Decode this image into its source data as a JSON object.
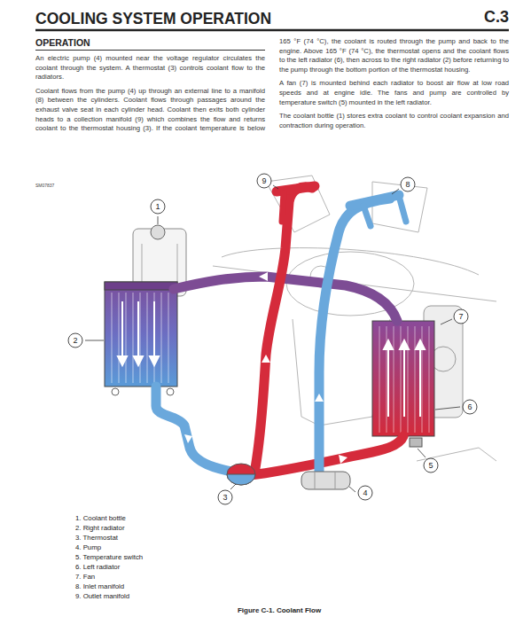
{
  "diagram": {
    "title": "COOLING SYSTEM OPERATION",
    "caption": "Figure C-1. Coolant Flow",
    "nodes": [
      {
        "text": [
          "1"
        ]
      },
      {
        "text": [
          "2"
        ]
      },
      {
        "text": [
          "3"
        ]
      },
      {
        "text": [
          "4"
        ]
      },
      {
        "text": [
          "5"
        ]
      },
      {
        "text": [
          "6"
        ]
      },
      {
        "text": [
          "7"
        ]
      },
      {
        "text": [
          "8"
        ]
      },
      {
        "text": [
          "9"
        ]
      }
    ],
    "labels": [
      "C.3",
      "OPERATION",
      "An electric pump (4) mounted near the voltage regulator circulates the coolant through the system. A thermostat (3) controls coolant flow to the radiators.",
      "Coolant flows from the pump (4) up through an external line to a manifold (8) between the cylinders. Coolant flows through passages around the exhaust valve seat in each cylinder head. Coolant then exits both cylinder heads to a collection manifold (9) which combines the flow and returns coolant to the thermostat housing (3). If the coolant temperature is below 165 °F (74 °C), the coolant is routed through the pump and back to the engine. Above 165 °F (74 °C), the thermostat opens and the coolant flows to the left radiator (6), then across to the right radiator (2) before returning to the pump through the bottom portion of the thermostat housing.",
      "A fan (7) is mounted behind each radiator to boost air flow at low road speeds and at engine idle. The fans and pump are controlled by temperature switch (5) mounted in the left radiator.",
      "The coolant bottle (1) stores extra coolant to control coolant expansion and contraction during operation.",
      "SM07837",
      "1. Coolant bottle",
      "2. Right radiator",
      "3. Thermostat",
      "4. Pump",
      "5. Temperature switch",
      "6. Left radiator",
      "7. Fan",
      "8. Inlet manifold",
      "9. Outlet manifold"
    ]
  }
}
